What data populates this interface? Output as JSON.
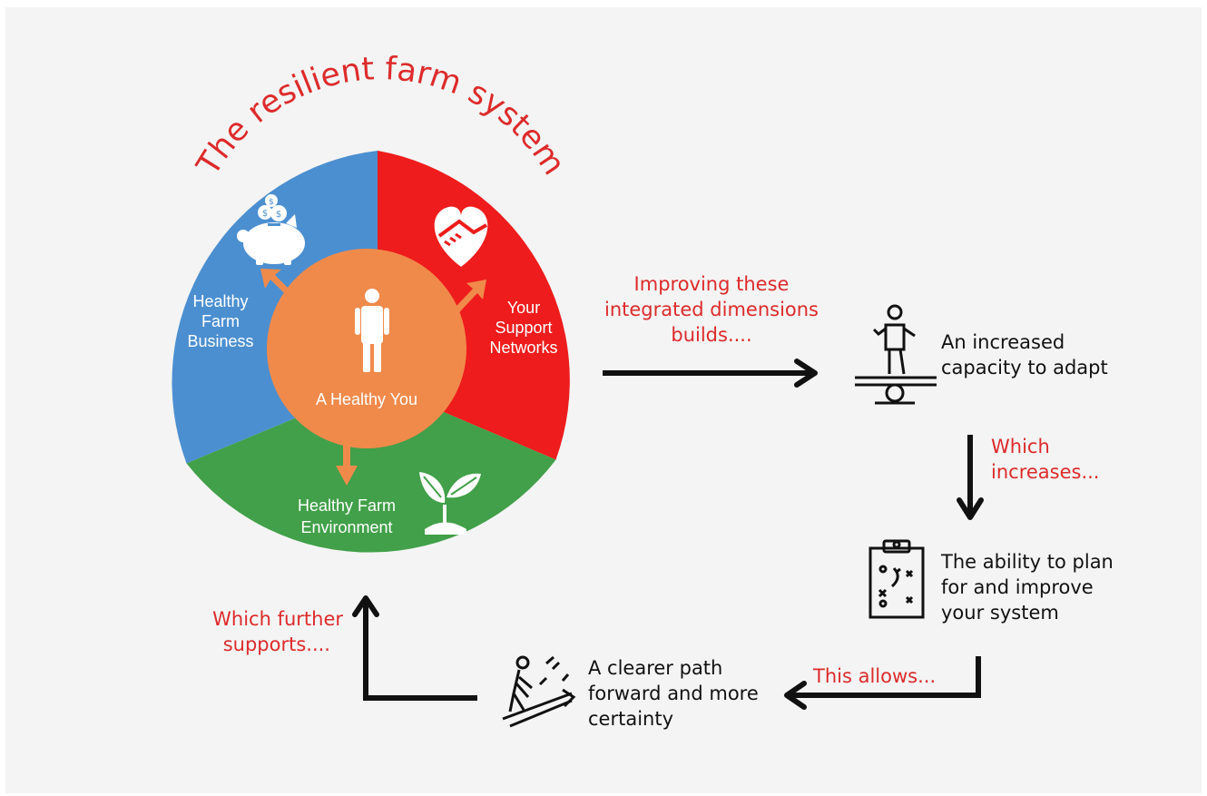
{
  "title": "The resilient farm system",
  "segments": {
    "business": {
      "line1": "Healthy",
      "line2": "Farm",
      "line3": "Business"
    },
    "support": {
      "line1": "Your",
      "line2": "Support",
      "line3": "Networks"
    },
    "environment": {
      "line1": "Healthy Farm",
      "line2": "Environment"
    },
    "center": "A Healthy You"
  },
  "flow": {
    "improving": {
      "line1": "Improving these",
      "line2": "integrated dimensions",
      "line3": "builds...."
    },
    "adapt": {
      "line1": "An increased",
      "line2": "capacity to adapt"
    },
    "which_increases": {
      "line1": "Which",
      "line2": "increases..."
    },
    "plan": {
      "line1": "The ability to plan",
      "line2": "for and improve",
      "line3": "your system"
    },
    "this_allows": "This allows...",
    "path": {
      "line1": "A clearer path",
      "line2": "forward and more",
      "line3": "certainty"
    },
    "further_supports": {
      "line1": "Which further",
      "line2": "supports...."
    }
  },
  "colors": {
    "blue": "#4b8fd0",
    "red": "#ee1c1c",
    "green": "#41a049",
    "orange": "#f08a4b",
    "title_red": "#dd2b2b",
    "arrow_black": "#111111"
  },
  "icons": [
    "piggy-bank-icon",
    "handshake-heart-icon",
    "person-icon",
    "seedling-icon",
    "balance-board-icon",
    "clipboard-plan-icon",
    "climbing-person-icon"
  ]
}
